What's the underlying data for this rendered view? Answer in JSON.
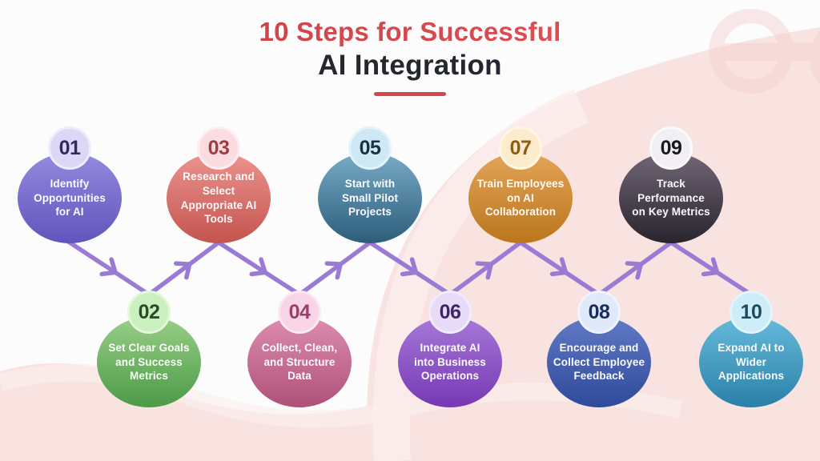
{
  "title": {
    "line1": "10 Steps for Successful",
    "line2": "AI Integration",
    "line1_color_start": "#c23c43",
    "line1_color_end": "#ea545b",
    "line2_color": "#24272e",
    "underline_color": "#d4474b"
  },
  "connectors": {
    "color": "#9a7bd4"
  },
  "background": {
    "base": "#fdfcfc",
    "pink": "#f8e3e1",
    "pink_light": "#fceeec",
    "watermark": "#f3d3d1"
  },
  "steps": [
    {
      "number": "01",
      "label": "Identify\nOpportunities\nfor AI",
      "colors": {
        "top": "#938ade",
        "bottom": "#6154bd",
        "badge_bg": "#dcd7f6",
        "badge_ring": "#eeebfb",
        "number": "#322a5e"
      }
    },
    {
      "number": "02",
      "label": "Set Clear Goals\nand Success\nMetrics",
      "colors": {
        "top": "#98cf87",
        "bottom": "#4c9a47",
        "badge_bg": "#caf0bf",
        "badge_ring": "#e3f7da",
        "number": "#2c4a28"
      }
    },
    {
      "number": "03",
      "label": "Research and\nSelect\nAppropriate AI\nTools",
      "colors": {
        "top": "#ec938f",
        "bottom": "#c4544e",
        "badge_bg": "#fbdce0",
        "badge_ring": "#fdeef0",
        "number": "#9c3f3e"
      }
    },
    {
      "number": "04",
      "label": "Collect, Clean,\nand Structure\nData",
      "colors": {
        "top": "#dd8cb0",
        "bottom": "#af5178",
        "badge_bg": "#f8d4e6",
        "badge_ring": "#fbe9f2",
        "number": "#993f6b"
      }
    },
    {
      "number": "05",
      "label": "Start with\nSmall Pilot\nProjects",
      "colors": {
        "top": "#78abc6",
        "bottom": "#2c5d7b",
        "badge_bg": "#cfe8f5",
        "badge_ring": "#e4f3fa",
        "number": "#173243"
      }
    },
    {
      "number": "06",
      "label": "Integrate AI\ninto Business\nOperations",
      "colors": {
        "top": "#a678d8",
        "bottom": "#7638b4",
        "badge_bg": "#e7dbf8",
        "badge_ring": "#f2ebfc",
        "number": "#3f2468"
      }
    },
    {
      "number": "07",
      "label": "Train Employees\non AI\nCollaboration",
      "colors": {
        "top": "#e2a458",
        "bottom": "#ba761c",
        "badge_bg": "#fdeccb",
        "badge_ring": "#fef6e2",
        "number": "#8d5c16"
      }
    },
    {
      "number": "08",
      "label": "Encourage and\nCollect Employee\nFeedback",
      "colors": {
        "top": "#617ac6",
        "bottom": "#2f4a9a",
        "badge_bg": "#dfe9f9",
        "badge_ring": "#eff4fc",
        "number": "#1b2c5c"
      }
    },
    {
      "number": "09",
      "label": "Track\nPerformance\non Key Metrics",
      "colors": {
        "top": "#726676",
        "bottom": "#28242c",
        "badge_bg": "#f1eff3",
        "badge_ring": "#fafafb",
        "number": "#1b191d"
      }
    },
    {
      "number": "10",
      "label": "Expand AI to\nWider\nApplications",
      "colors": {
        "top": "#66badb",
        "bottom": "#2a80a8",
        "badge_bg": "#cdedf8",
        "badge_ring": "#e1f5fb",
        "number": "#1c4a61"
      }
    }
  ]
}
